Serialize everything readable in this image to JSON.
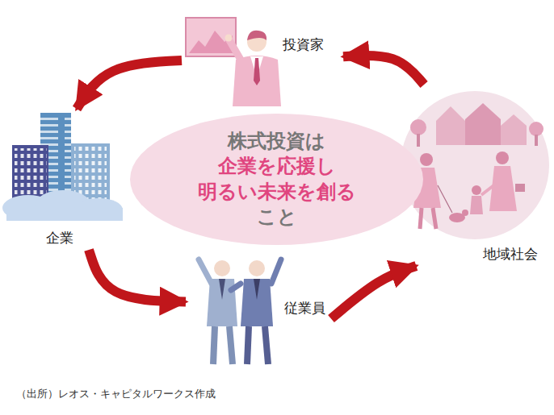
{
  "diagram": {
    "caption": "（出所）レオス・キャピタルワークス作成",
    "nodes": [
      {
        "text": [
          "投資家"
        ]
      },
      {
        "text": [
          "企業"
        ]
      },
      {
        "text": [
          "株式投資は",
          "企業を応援し",
          "明るい未来を創る",
          "こと"
        ]
      },
      {
        "text": [
          "地域社会"
        ]
      },
      {
        "text": [
          "従業員"
        ]
      }
    ],
    "edges": [
      {
        "from": 0,
        "to": 1,
        "arrow": "to"
      },
      {
        "from": 1,
        "to": 4,
        "arrow": "to"
      },
      {
        "from": 4,
        "to": 3,
        "arrow": "to"
      },
      {
        "from": 3,
        "to": 0,
        "arrow": "to"
      }
    ]
  }
}
